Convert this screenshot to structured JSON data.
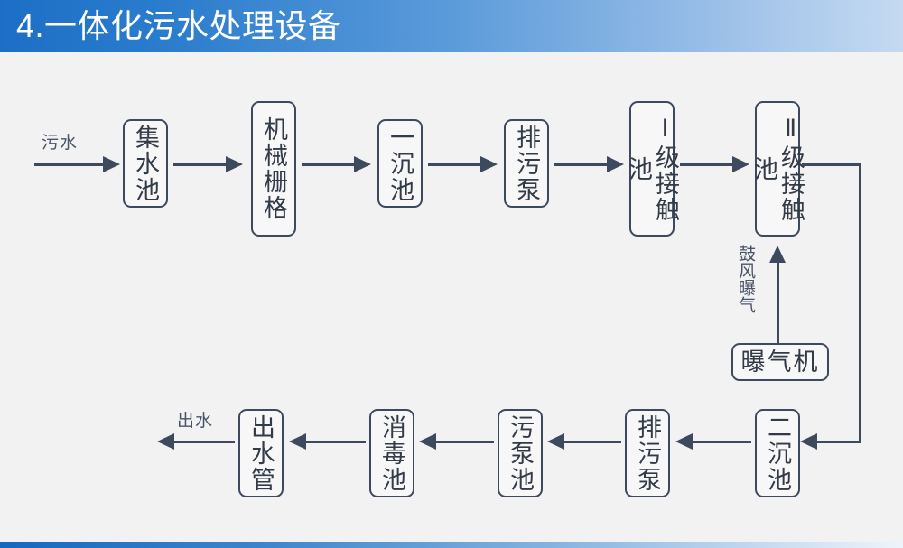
{
  "header": {
    "title": "4.一体化污水处理设备",
    "bar_color_start": "#1c6fc6",
    "bar_color_end": "#c5daf1"
  },
  "diagram": {
    "type": "flowchart",
    "background": "#f2f2f2",
    "node_border_color": "#3d4a5e",
    "node_fill": "#f7f7f7",
    "text_color": "#333b49",
    "nodes": [
      {
        "id": "jishuichi",
        "label": "集水池",
        "orientation": "vertical",
        "row": "top"
      },
      {
        "id": "jixieshange",
        "label": "机械栅格",
        "orientation": "vertical",
        "row": "top"
      },
      {
        "id": "yichenchi",
        "label": "一沉池",
        "orientation": "vertical",
        "row": "top"
      },
      {
        "id": "paiwubeng1",
        "label": "排污泵",
        "orientation": "vertical",
        "row": "top"
      },
      {
        "id": "jiechuchi1",
        "label": "Ⅰ级接触池",
        "orientation": "vertical",
        "row": "top"
      },
      {
        "id": "jiechuchi2",
        "label": "Ⅱ级接触池",
        "orientation": "vertical",
        "row": "top"
      },
      {
        "id": "baoqiji",
        "label": "曝气机",
        "orientation": "horizontal",
        "row": "middle"
      },
      {
        "id": "erchenchi",
        "label": "二沉池",
        "orientation": "vertical",
        "row": "bottom"
      },
      {
        "id": "paiwubeng2",
        "label": "排污泵",
        "orientation": "vertical",
        "row": "bottom"
      },
      {
        "id": "wubengchi",
        "label": "污泵池",
        "orientation": "vertical",
        "row": "bottom"
      },
      {
        "id": "xiaoduchi",
        "label": "消毒池",
        "orientation": "vertical",
        "row": "bottom"
      },
      {
        "id": "chushuiguan",
        "label": "出水管",
        "orientation": "vertical",
        "row": "bottom"
      }
    ],
    "edge_labels": {
      "inlet": "污水",
      "outlet": "出水",
      "aeration": "鼓风曝气"
    }
  }
}
